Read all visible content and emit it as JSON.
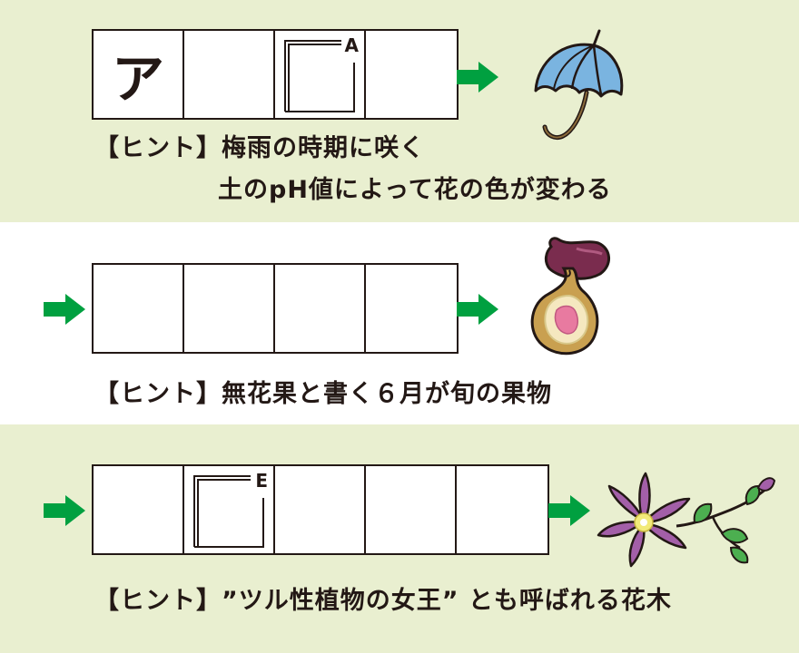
{
  "puzzles": [
    {
      "cells": [
        "ア",
        "",
        "",
        ""
      ],
      "marker": {
        "cell_index": 2,
        "letter": "A"
      },
      "hint_label": "【ヒント】",
      "hint_lines": [
        "梅雨の時期に咲く",
        "土のpH値によって花の色が変わる"
      ],
      "illustration": "umbrella-icon"
    },
    {
      "cells": [
        "",
        "",
        "",
        ""
      ],
      "hint_label": "【ヒント】",
      "hint_lines": [
        "無花果と書く６月が旬の果物"
      ],
      "illustration": "fig-icon"
    },
    {
      "cells": [
        "",
        "",
        "",
        "",
        ""
      ],
      "marker": {
        "cell_index": 1,
        "letter": "E"
      },
      "hint_label": "【ヒント】",
      "hint_lines": [
        "”ツル性植物の女王” とも呼ばれる花木"
      ],
      "illustration": "clematis-flower-icon"
    }
  ],
  "colors": {
    "band_green": "#e9efd0",
    "arrow_green": "#00a040",
    "ink": "#231815",
    "umbrella_blue": "#7ab4e0",
    "fig_purple": "#7a2c4e",
    "fig_pink": "#e87aa0",
    "flower_purple": "#a35fa8",
    "leaf_green": "#4caf50"
  }
}
